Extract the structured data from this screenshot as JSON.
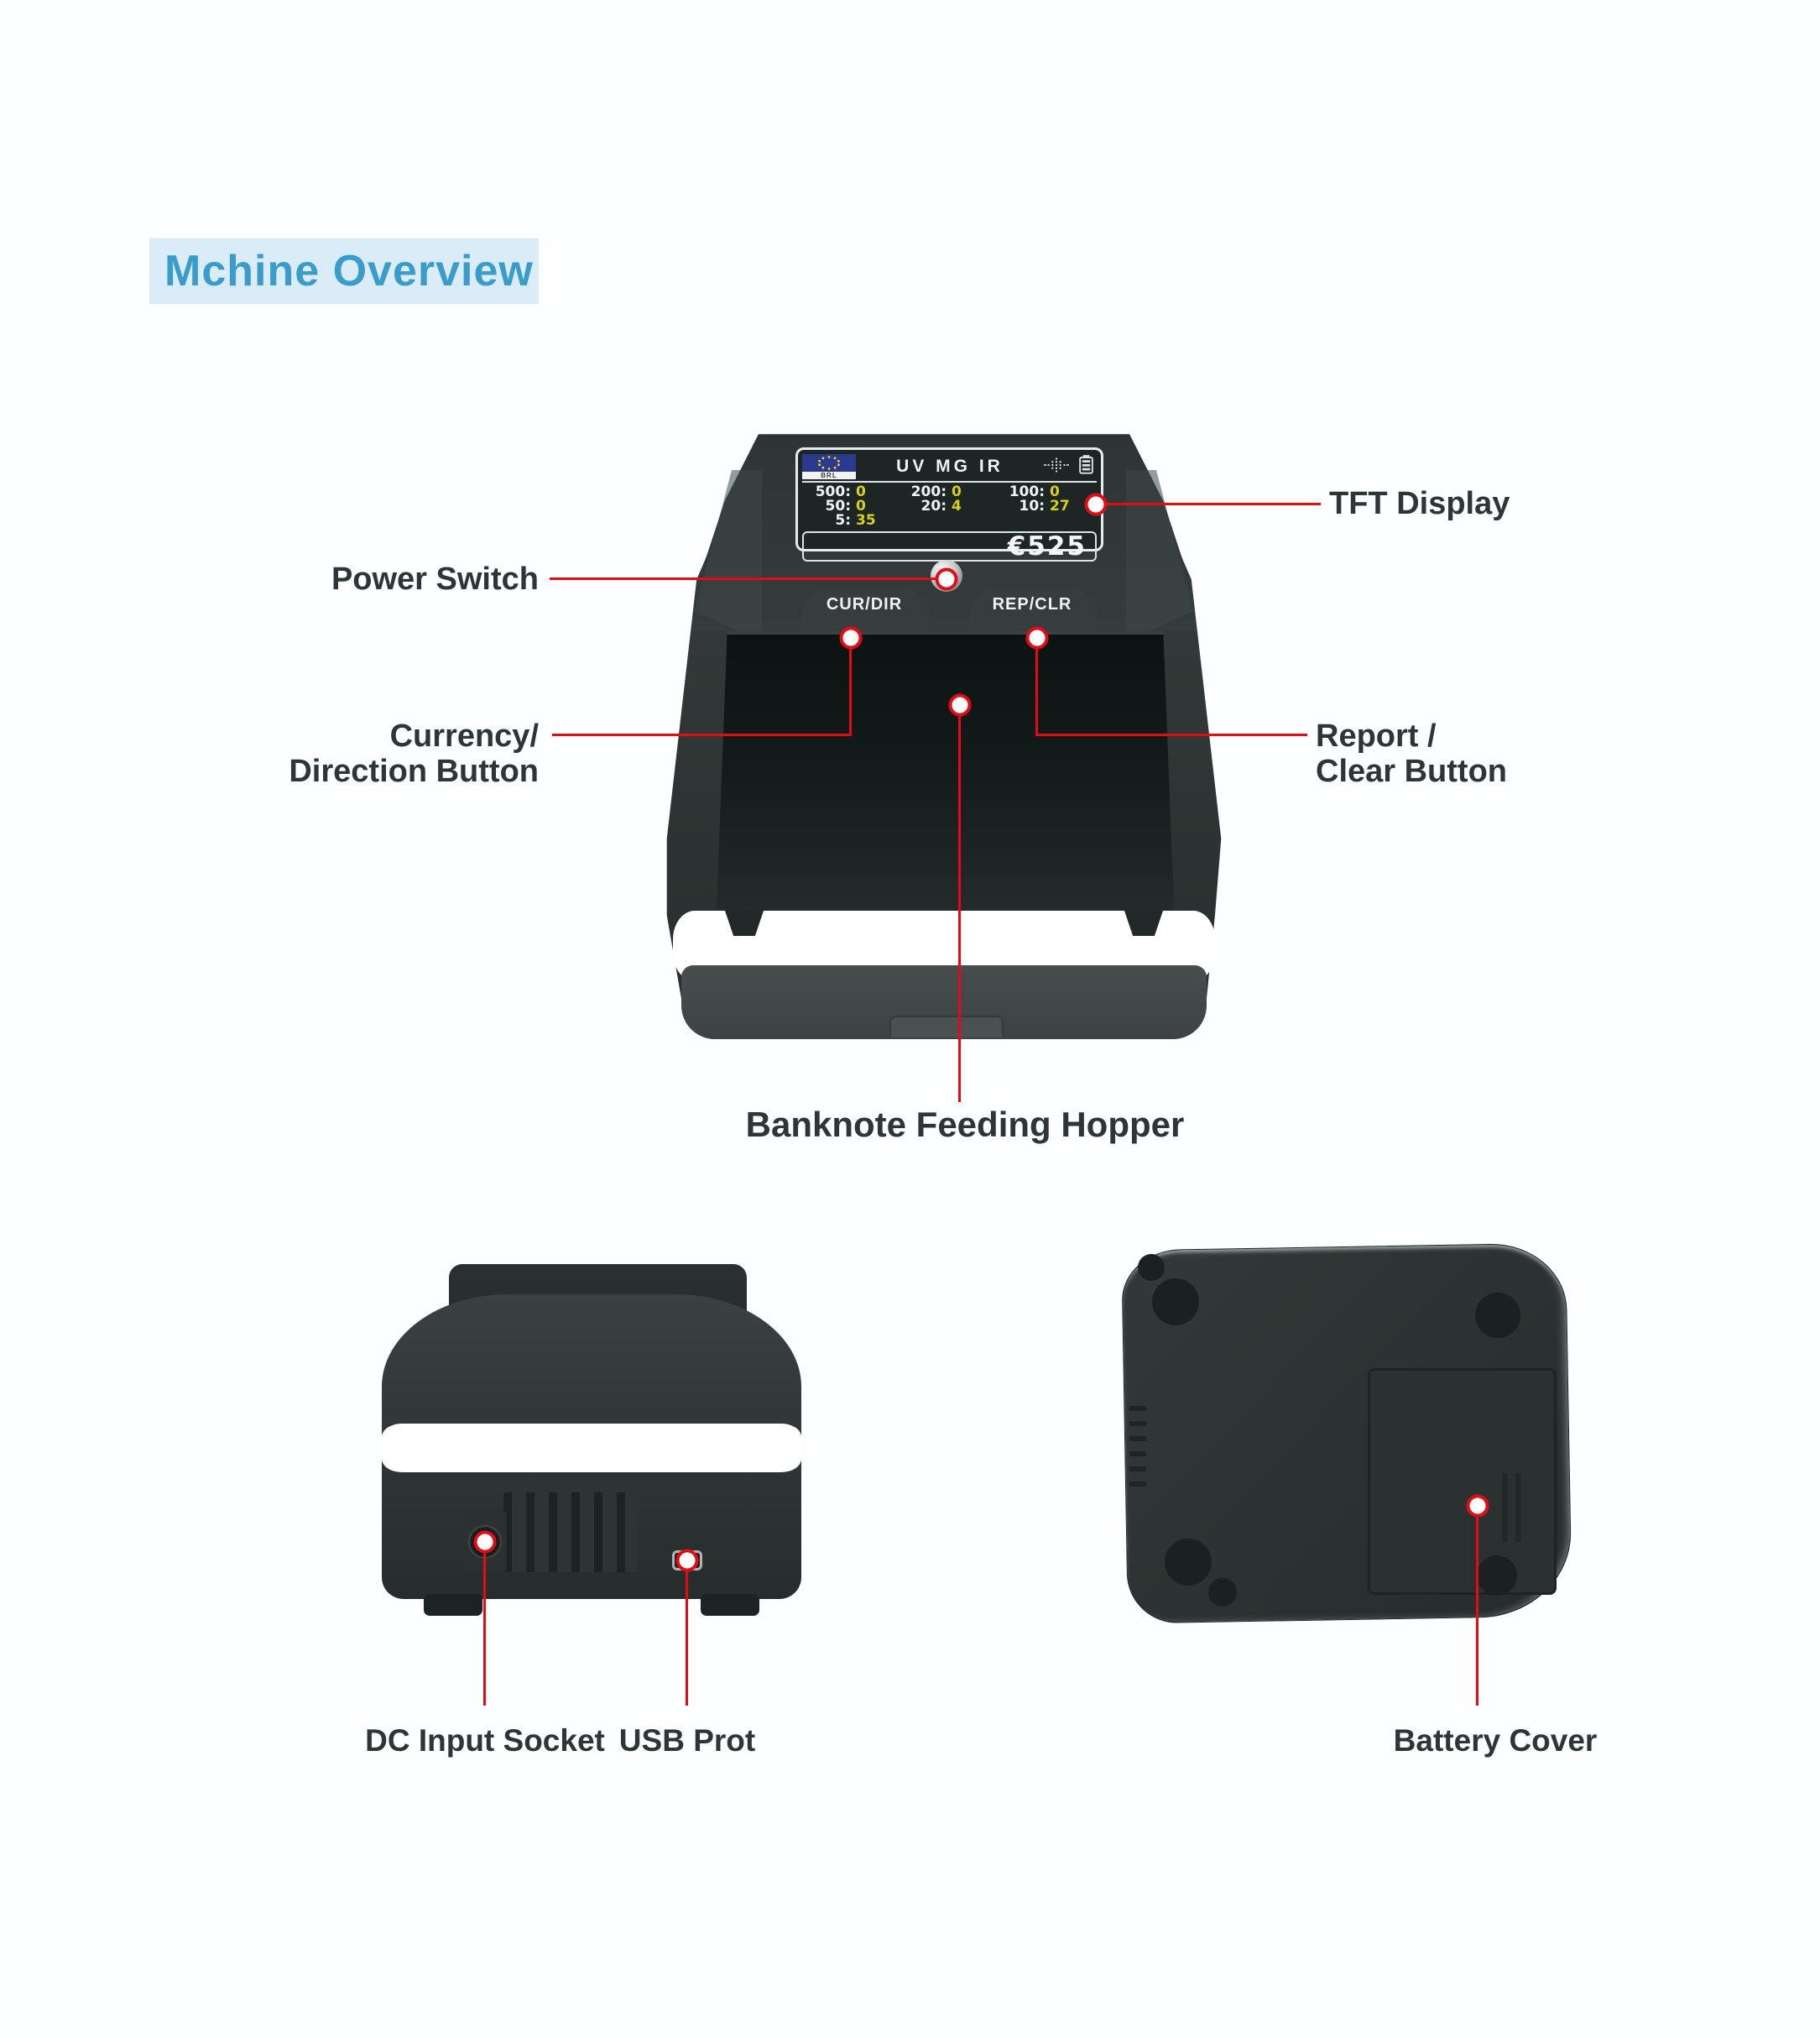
{
  "title": {
    "text": "Mchine Overview"
  },
  "front_view": {
    "display": {
      "flag_code": "BRL",
      "modes": "UV MG IR",
      "counters": [
        {
          "denom": "500:",
          "count": "0"
        },
        {
          "denom": "200:",
          "count": "0"
        },
        {
          "denom": "100:",
          "count": "0"
        },
        {
          "denom": "50:",
          "count": "0"
        },
        {
          "denom": "20:",
          "count": "4"
        },
        {
          "denom": "10:",
          "count": "27"
        },
        {
          "denom": "5:",
          "count": "35"
        }
      ],
      "total": "€525"
    },
    "buttons": {
      "left": "CUR/DIR",
      "right": "REP/CLR"
    }
  },
  "callouts": {
    "tft_display": "TFT Display",
    "power_switch": "Power Switch",
    "currency_button_line1": "Currency/",
    "currency_button_line2": "Direction Button",
    "report_button_line1": "Report /",
    "report_button_line2": "Clear Button",
    "feeding_hopper": "Banknote Feeding Hopper",
    "dc_input": "DC Input Socket",
    "usb_port": "USB Prot",
    "battery_cover": "Battery Cover"
  },
  "icons": {
    "display_status": [
      "eu-flag-icon",
      "dot-matrix-icon",
      "battery-icon"
    ],
    "device": [
      "power-icon"
    ]
  },
  "colors": {
    "accent_red": "#e30b16",
    "title_blue": "#3a9dc9",
    "title_bg": "#d9ecf8",
    "label_dark": "#2d3535",
    "display_yellow": "#d6d018",
    "flag_blue": "#2a3a8f"
  }
}
